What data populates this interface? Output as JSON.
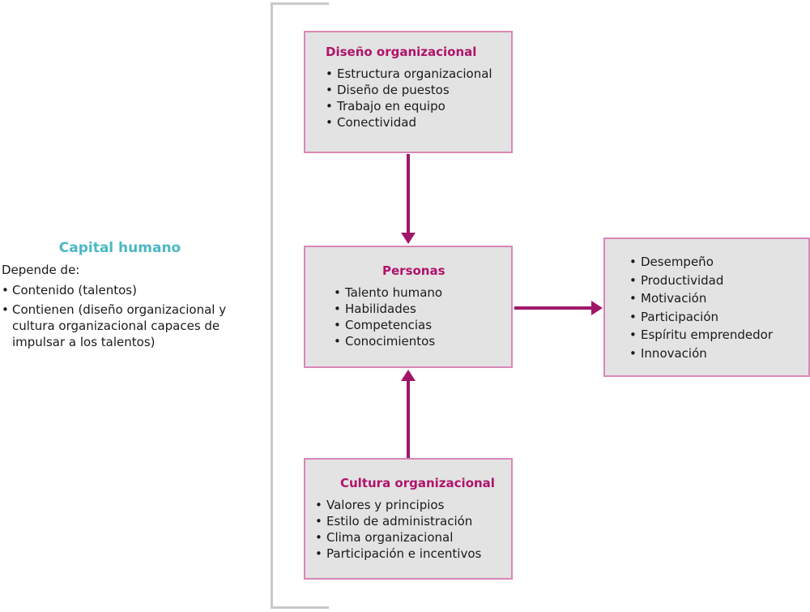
{
  "left_panel": {
    "title": "Capital humano",
    "subtitle": "Depende de:",
    "items": [
      "Contenido (talentos)",
      "Contienen (diseño organizacional y cultura organizacional capaces de impulsar a los talentos)"
    ]
  },
  "boxes": {
    "diseno": {
      "title": "Diseño organizacional",
      "items": [
        "Estructura organizacional",
        "Diseño de puestos",
        "Trabajo en equipo",
        "Conectividad"
      ]
    },
    "personas": {
      "title": "Personas",
      "items": [
        "Talento humano",
        "Habilidades",
        "Competencias",
        "Conocimientos"
      ]
    },
    "cultura": {
      "title": "Cultura organizacional",
      "items": [
        "Valores y principios",
        "Estilo de administración",
        "Clima organizacional",
        "Participación e incentivos"
      ]
    },
    "resultados": {
      "items": [
        "Desempeño",
        "Productividad",
        "Motivación",
        "Participación",
        "Espíritu emprendedor",
        "Innovación"
      ]
    }
  },
  "colors": {
    "title_teal": "#4bb8c4",
    "box_title_magenta": "#b0136b",
    "box_border": "#d987b6",
    "box_fill": "#e3e3e3",
    "arrow": "#a0176a",
    "bracket": "#c9c9c9"
  }
}
